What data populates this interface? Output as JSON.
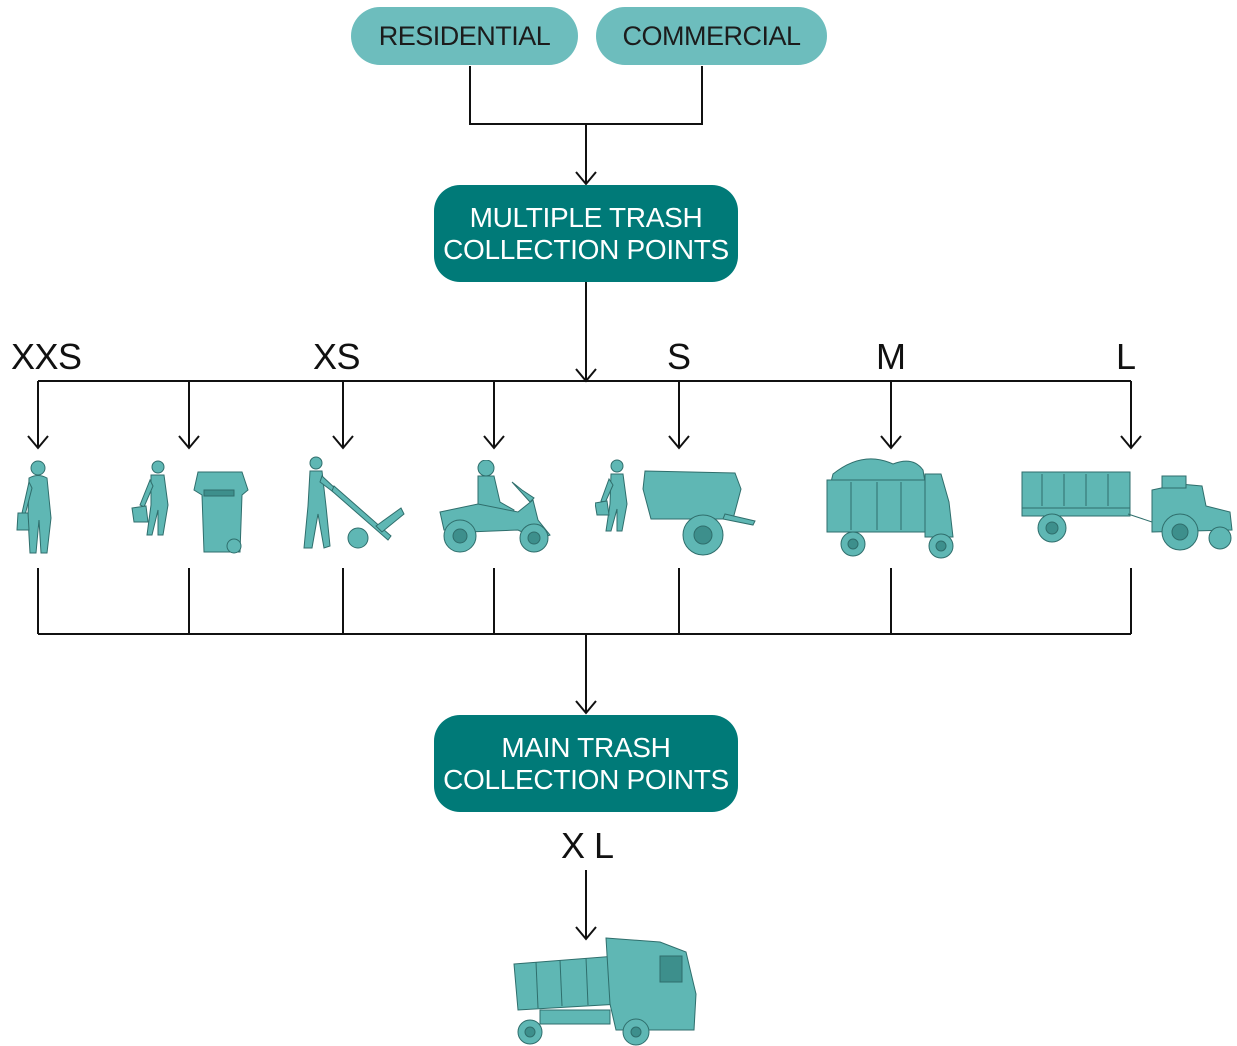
{
  "sources": {
    "residential": "RESIDENTIAL",
    "commercial": "COMMERCIAL"
  },
  "nodes": {
    "multiple_points": {
      "line1": "MULTIPLE TRASH",
      "line2": "COLLECTION POINTS"
    },
    "main_points": {
      "line1": "MAIN TRASH",
      "line2": "COLLECTION POINTS"
    }
  },
  "sizes": {
    "xxs": "XXS",
    "xs": "XS",
    "s": "S",
    "m": "M",
    "l": "L",
    "xl": "X L"
  },
  "vehicles": [
    "walking-person-with-bag-icon",
    "person-with-wheelie-bin-icon",
    "person-with-hand-trolley-icon",
    "motor-scooter-icon",
    "person-with-handcart-icon",
    "three-wheeler-truck-icon",
    "tractor-with-trailer-icon",
    "dump-truck-icon"
  ],
  "colors": {
    "light_teal": "#6dbdbd",
    "dark_teal": "#007a78",
    "icon_fill": "#5fb7b4",
    "line": "#111111"
  }
}
